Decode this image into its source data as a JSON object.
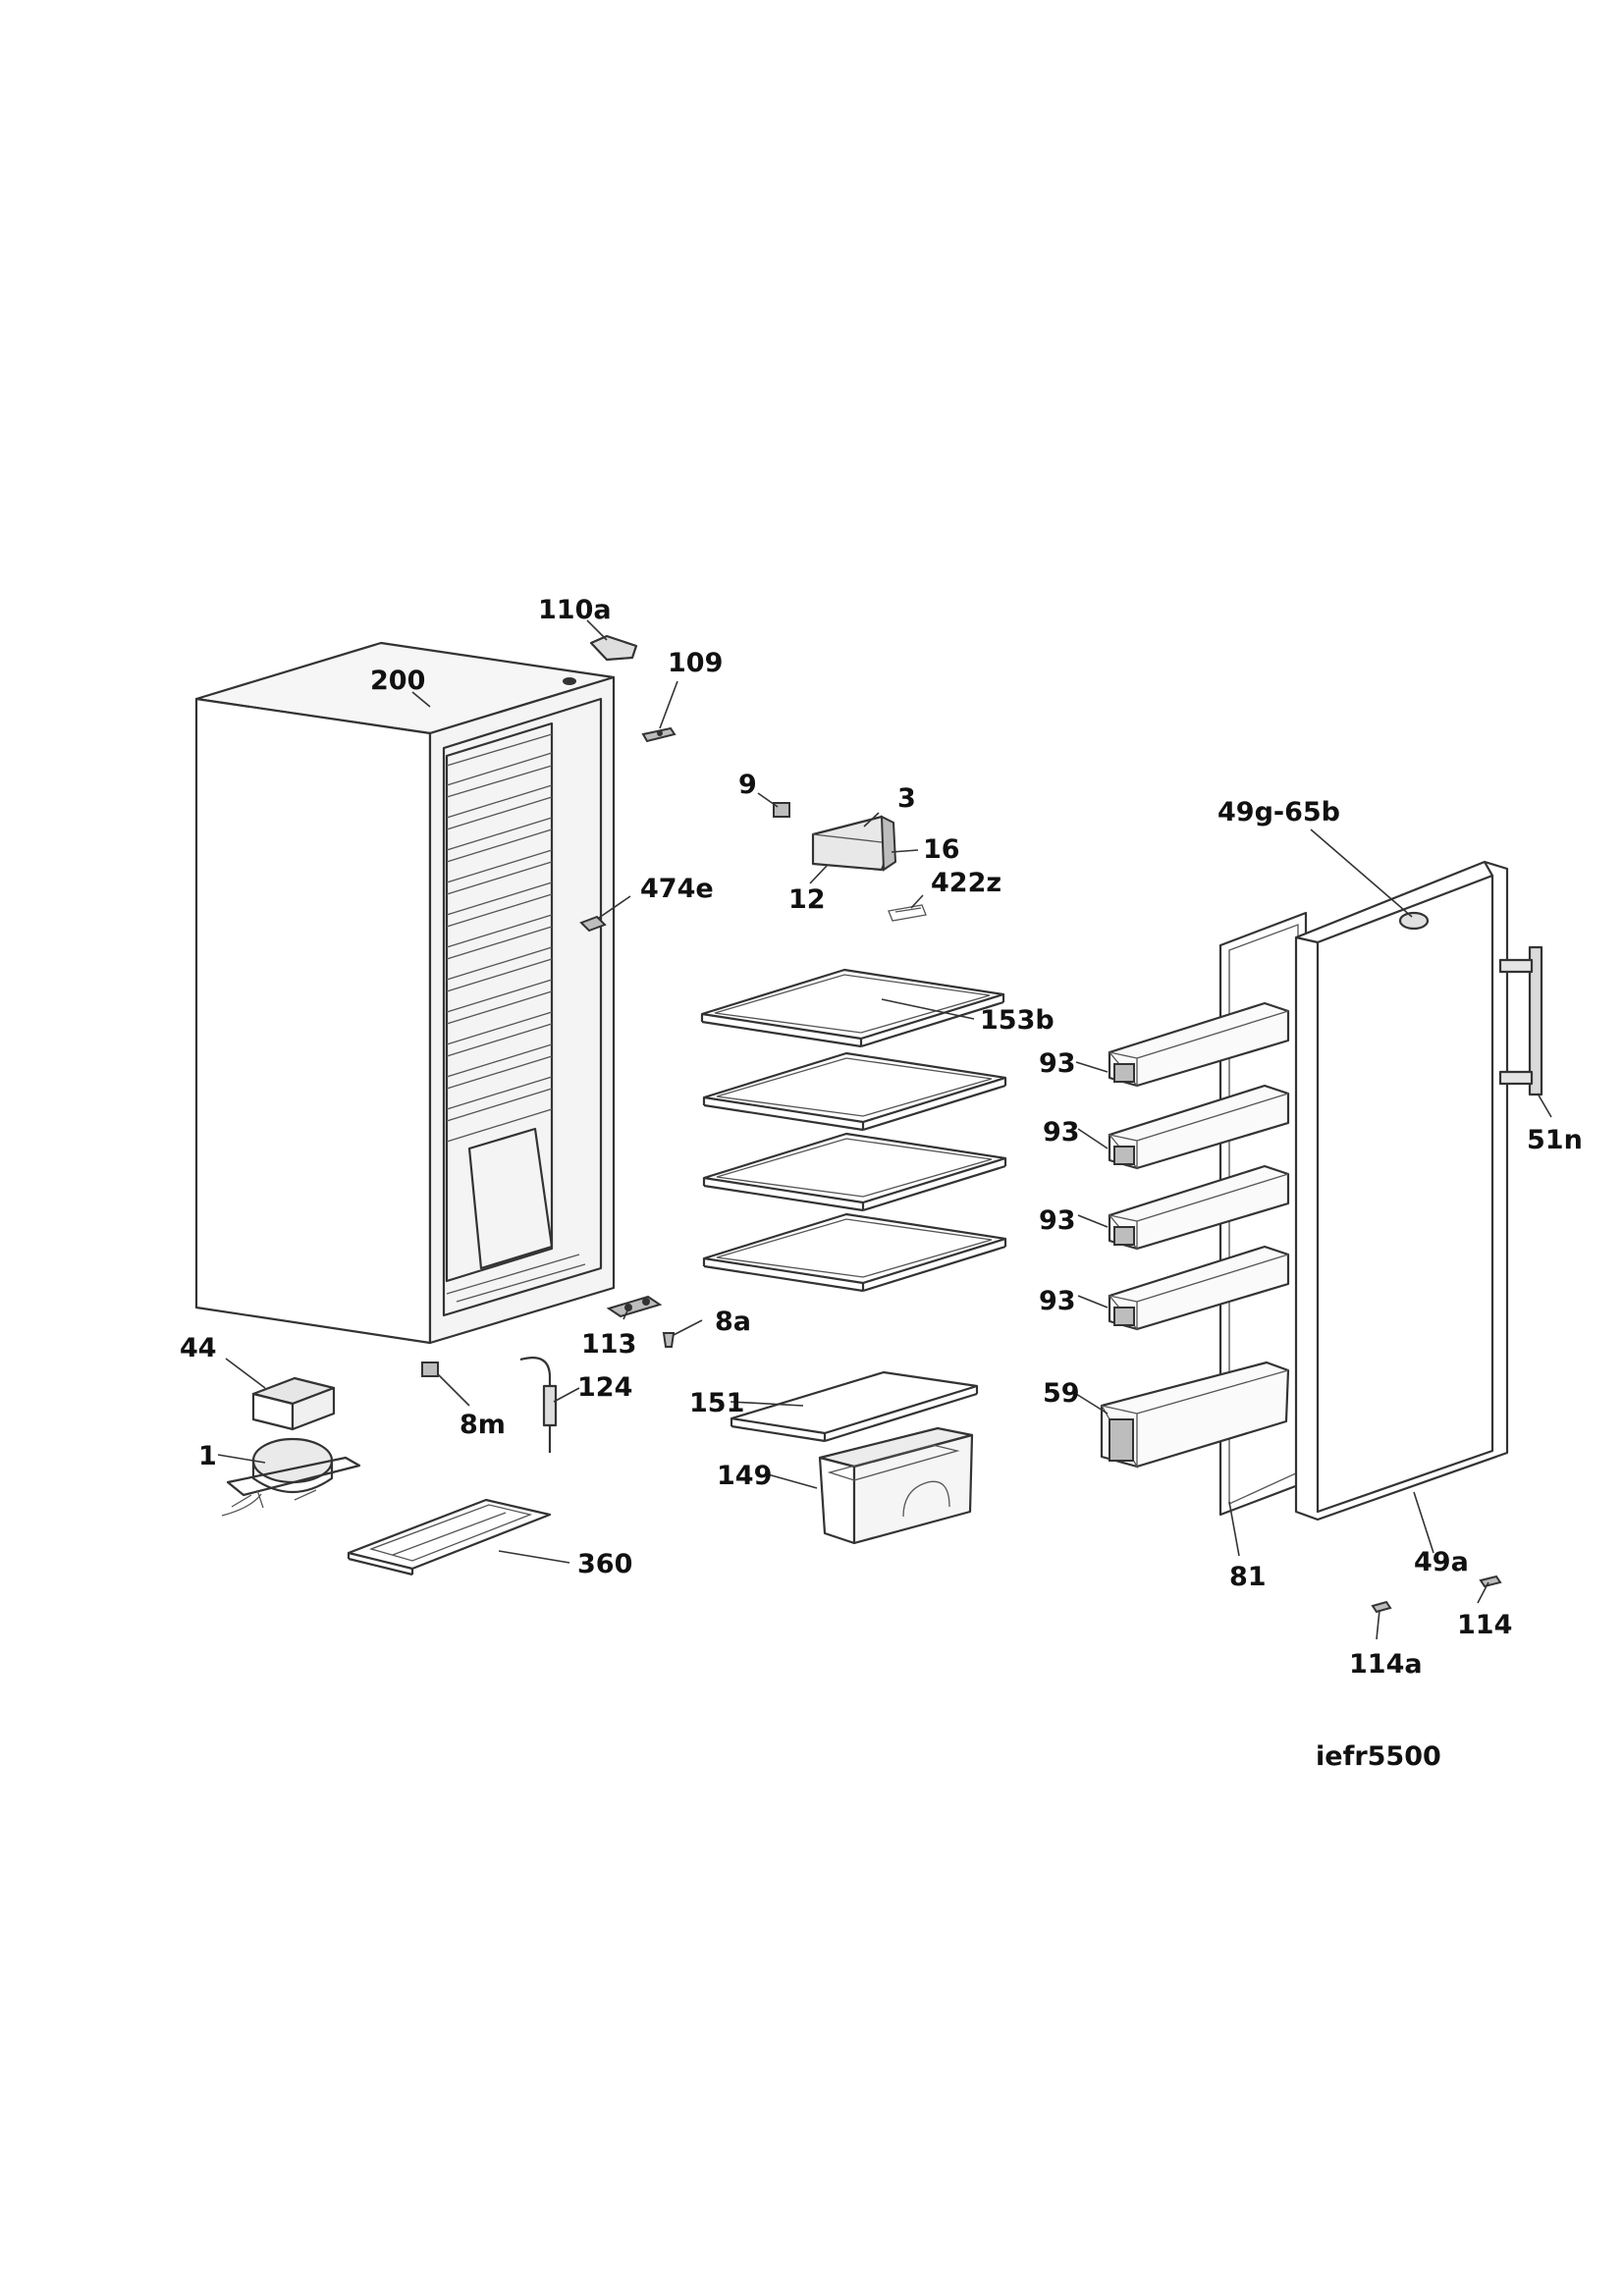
{
  "model": "iefr5500",
  "labels": {
    "l110a": "110a",
    "l109": "109",
    "l200": "200",
    "l9": "9",
    "l3": "3",
    "l16": "16",
    "l12": "12",
    "l422z": "422z",
    "l474e": "474e",
    "l49g65b": "49g-65b",
    "l153b": "153b",
    "l93a": "93",
    "l93b": "93",
    "l93c": "93",
    "l93d": "93",
    "l51n": "51n",
    "l113": "113",
    "l8a": "8a",
    "l44": "44",
    "l124": "124",
    "l8m": "8m",
    "l151": "151",
    "l59": "59",
    "l1": "1",
    "l149": "149",
    "l81": "81",
    "l49a": "49a",
    "l360": "360",
    "l114": "114",
    "l114a": "114a"
  }
}
